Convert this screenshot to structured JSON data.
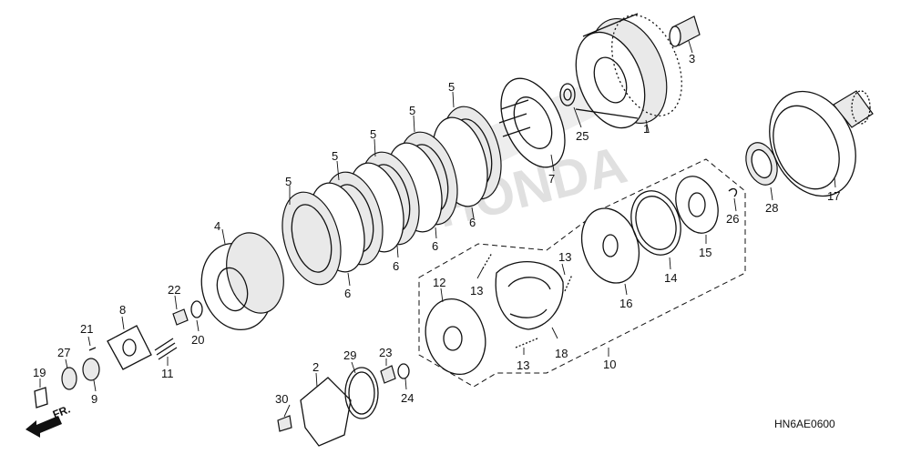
{
  "diagram": {
    "code": "HN6AE0600",
    "front_label": "FR.",
    "watermark": "HONDA",
    "callouts": [
      "1",
      "2",
      "3",
      "4",
      "5",
      "6",
      "7",
      "8",
      "9",
      "10",
      "11",
      "12",
      "13",
      "14",
      "15",
      "16",
      "17",
      "18",
      "19",
      "20",
      "21",
      "22",
      "23",
      "24",
      "25",
      "26",
      "27",
      "28",
      "29",
      "30"
    ]
  }
}
